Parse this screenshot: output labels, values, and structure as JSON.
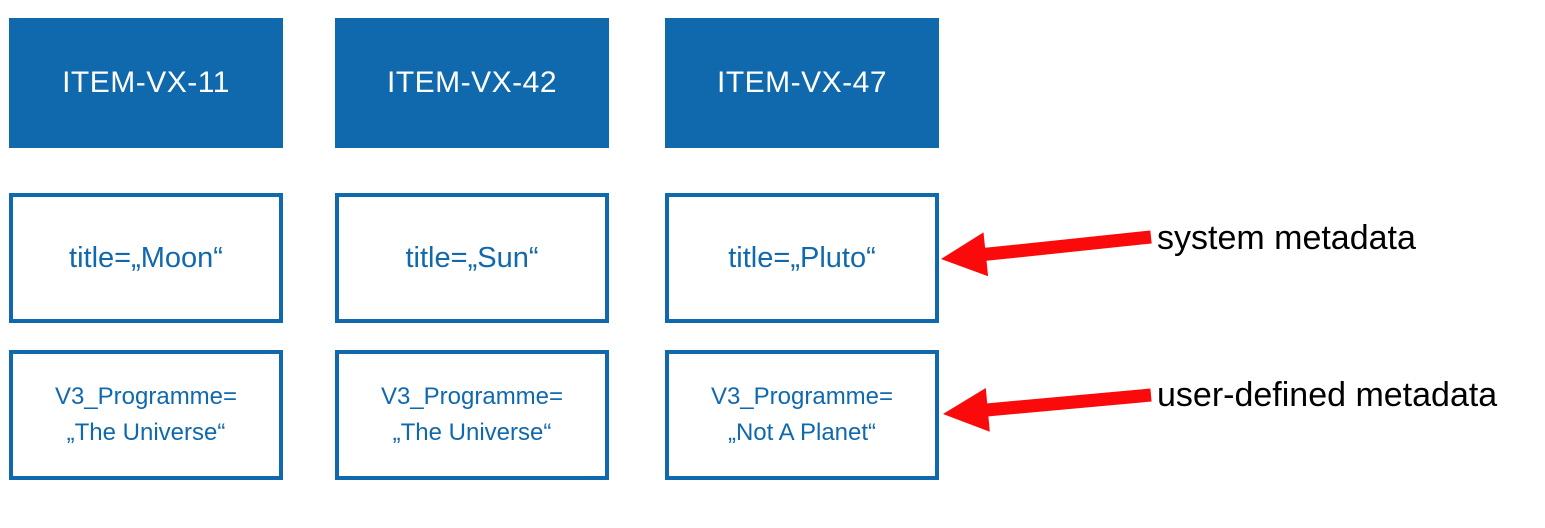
{
  "colors": {
    "blue": "#1169AD",
    "red": "#FA0A0A",
    "label": "#000000",
    "bg": "#FFFFFF"
  },
  "columns": [
    {
      "id": "ITEM-VX-11",
      "system_metadata": "title=„Moon“",
      "user_metadata_line1": "V3_Programme=",
      "user_metadata_line2": "„The Universe“"
    },
    {
      "id": "ITEM-VX-42",
      "system_metadata": "title=„Sun“",
      "user_metadata_line1": "V3_Programme=",
      "user_metadata_line2": "„The Universe“"
    },
    {
      "id": "ITEM-VX-47",
      "system_metadata": "title=„Pluto“",
      "user_metadata_line1": "V3_Programme=",
      "user_metadata_line2": "„Not A Planet“"
    }
  ],
  "annotations": {
    "system_label": "system metadata",
    "user_label": "user-defined metadata"
  }
}
